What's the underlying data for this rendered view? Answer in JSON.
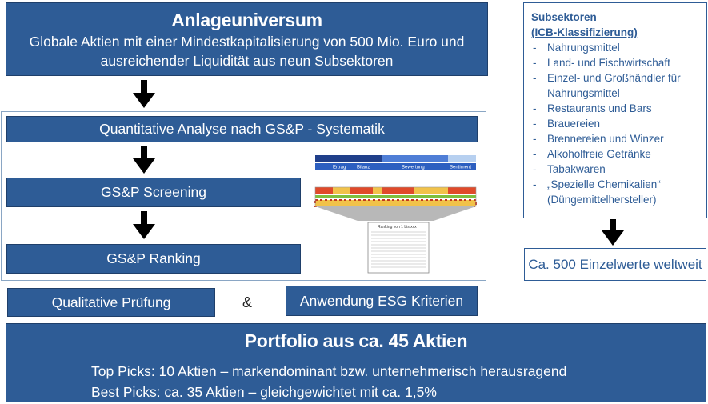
{
  "anlageuniversum": {
    "title": "Anlageuniversum",
    "line1": "Globale Aktien mit einer Mindestkapitalisierung  von 500 Mio. Euro und",
    "line2": "ausreichender Liquidität aus neun Subsektoren"
  },
  "analysis": {
    "quantitative": "Quantitative Analyse nach GS&P - Systematik",
    "screening": "GS&P Screening",
    "ranking": "GS&P Ranking",
    "mini_chart": {
      "header_labels": [
        "Ertrag",
        "Bilanz",
        "Bewertung",
        "Sentiment"
      ],
      "doc_label": "Ranking von 1 bis xxx"
    }
  },
  "steps": {
    "qualitative": "Qualitative  Prüfung",
    "ampersand": "&",
    "esg": "Anwendung ESG Kriterien"
  },
  "portfolio": {
    "title": "Portfolio aus ca. 45 Aktien",
    "top_picks": "Top Picks:  10 Aktien – markendominant bzw. unternehmerisch herausragend",
    "best_picks": "Best Picks: ca. 35 Aktien – gleichgewichtet mit ca. 1,5%"
  },
  "subsectors": {
    "title_line1": "Subsektoren",
    "title_line2": "(ICB-Klassifizierung)",
    "items": [
      "Nahrungsmittel",
      "Land- und Fischwirtschaft",
      "Einzel- und Großhändler für Nahrungsmittel",
      "Restaurants und Bars",
      "Brauereien",
      "Brennereien und Winzer",
      "Alkoholfreie Getränke",
      "Tabakwaren",
      "„Spezielle Chemikalien“ (Düngemittelhersteller)"
    ]
  },
  "einzelwerte": "Ca. 500 Einzelwerte weltweit",
  "colors": {
    "box_fill": "#2e5c96",
    "box_text": "#ffffff",
    "arrow": "#000000"
  }
}
